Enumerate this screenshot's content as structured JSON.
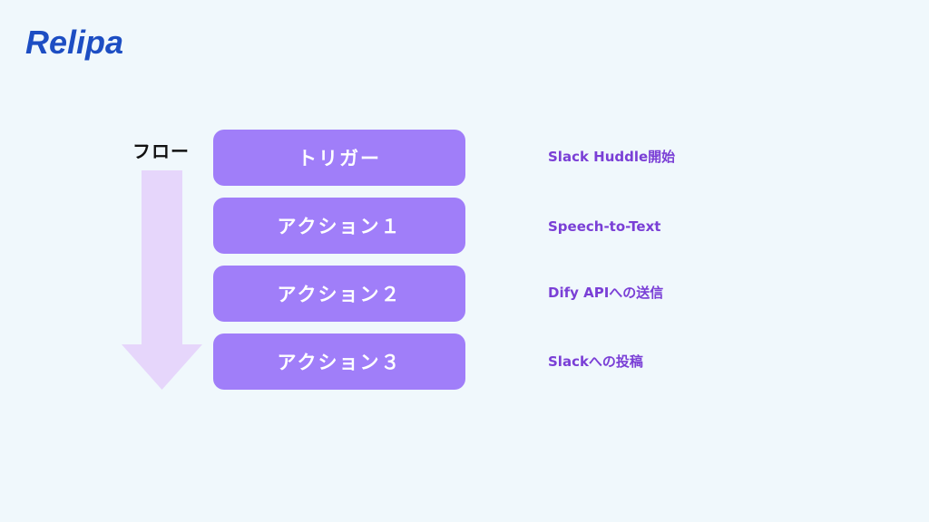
{
  "brand": {
    "logo_text": "Relipa",
    "color": "#1d4ec3"
  },
  "flow": {
    "label": "フロー",
    "arrow_color": "#e6d6fb"
  },
  "steps": [
    {
      "label": "トリガー",
      "description": "Slack Huddle開始"
    },
    {
      "label": "アクション１",
      "description": "Speech-to-Text"
    },
    {
      "label": "アクション２",
      "description": "Dify APIへの送信"
    },
    {
      "label": "アクション３",
      "description": "Slackへの投稿"
    }
  ],
  "colors": {
    "background": "#f0f8fc",
    "step_fill": "#a07ef9",
    "step_text": "#ffffff",
    "description_text": "#7a3fd6"
  }
}
